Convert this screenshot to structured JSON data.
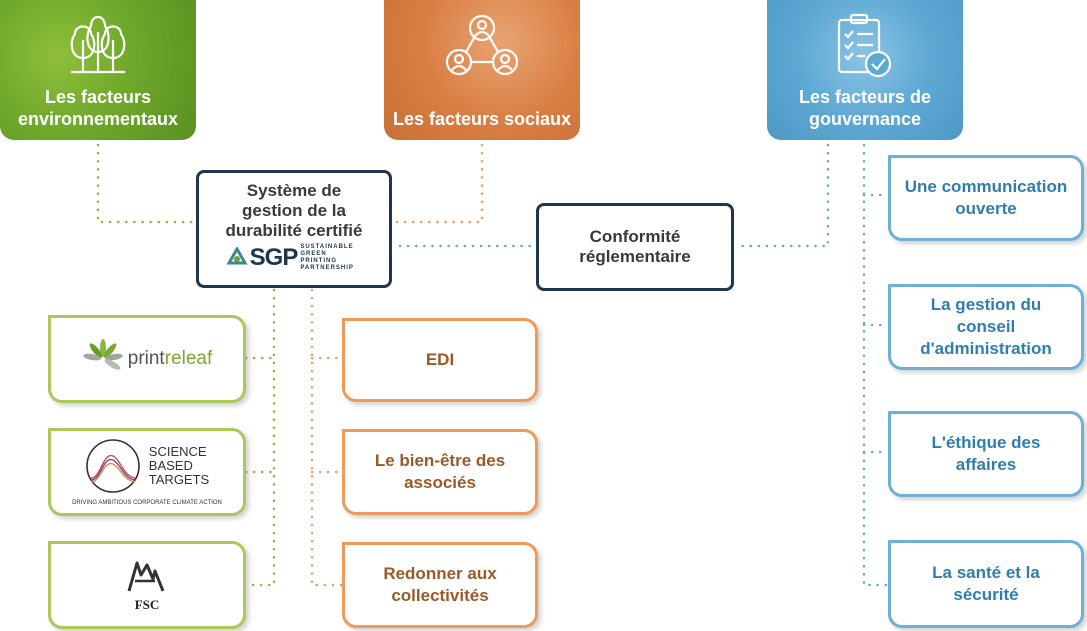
{
  "headers": {
    "environmental": "Les facteurs environnementaux",
    "social": "Les facteurs sociaux",
    "governance": "Les facteurs de gouvernance"
  },
  "center": {
    "sms_title": "Système de gestion de la durabilité certifié",
    "sgp_logo": "SGP",
    "sgp_sub": "SUSTAINABLE GREEN PRINTING PARTNERSHIP",
    "compliance": "Conformité réglementaire"
  },
  "environmental_logos": {
    "printreleaf_a": "print",
    "printreleaf_b": "releaf",
    "sbt_line1": "SCIENCE",
    "sbt_line2": "BASED",
    "sbt_line3": "TARGETS",
    "sbt_tagline": "DRIVING AMBITIOUS CORPORATE CLIMATE ACTION",
    "fsc": "FSC"
  },
  "social_items": [
    "EDI",
    "Le bien-être des associés",
    "Redonner aux collectivités"
  ],
  "governance_items": [
    "Une communication ouverte",
    "La gestion du conseil d'administration",
    "L'éthique des affaires",
    "La santé et la sécurité"
  ],
  "colors": {
    "environmental": "#6fa82b",
    "social": "#d97f45",
    "governance": "#5ea9d4",
    "navy": "#1f3550"
  }
}
